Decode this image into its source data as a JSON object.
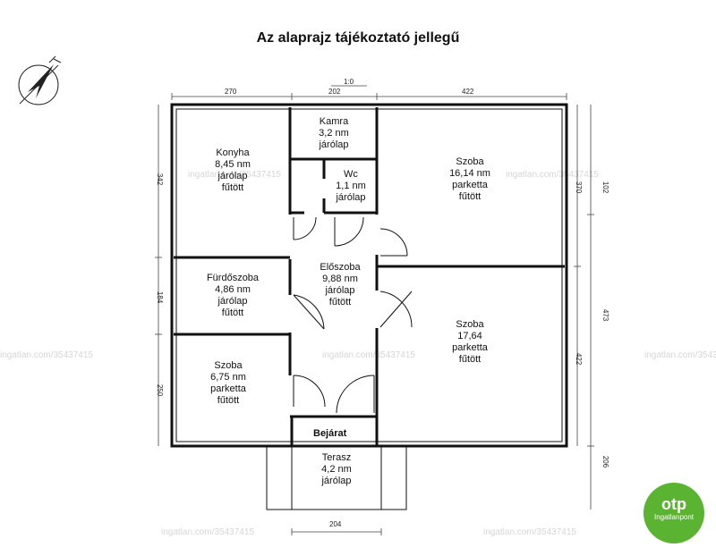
{
  "title": "Az alaprajz tájékoztató jellegű",
  "scale": "1:0",
  "rooms": [
    {
      "id": "konyha",
      "lines": [
        "Konyha",
        "8,45 nm",
        "járólap",
        "fűtött"
      ]
    },
    {
      "id": "kamra",
      "lines": [
        "Kamra",
        "3,2 nm",
        "járólap"
      ]
    },
    {
      "id": "wc",
      "lines": [
        "Wc",
        "1,1 nm",
        "járólap"
      ]
    },
    {
      "id": "szoba1",
      "lines": [
        "Szoba",
        "16,14 nm",
        "parketta",
        "fűtött"
      ]
    },
    {
      "id": "furdo",
      "lines": [
        "Fürdőszoba",
        "4,86 nm",
        "járólap",
        "fűtött"
      ]
    },
    {
      "id": "eloszoba",
      "lines": [
        "Előszoba",
        "9,88 nm",
        "járólap",
        "fűtött"
      ]
    },
    {
      "id": "szoba2",
      "lines": [
        "Szoba",
        "17,64",
        "parketta",
        "fűtött"
      ]
    },
    {
      "id": "szoba3",
      "lines": [
        "Szoba",
        "6,75 nm",
        "parketta",
        "fűtött"
      ]
    },
    {
      "id": "terasz",
      "lines": [
        "Terasz",
        "4,2 nm",
        "járólap"
      ]
    }
  ],
  "entrance": "Bejárat",
  "dimensions": {
    "top": [
      "270",
      "202",
      "422"
    ],
    "left": [
      "342",
      "184",
      "250"
    ],
    "right": [
      "370",
      "102",
      "473",
      "422",
      "206"
    ],
    "bottom": "204"
  },
  "watermark": "ingatlan.com/35437415",
  "logo": {
    "brand": "otp",
    "sub": "Ingatlanpont"
  },
  "icons": [
    "north-arrow-icon"
  ]
}
